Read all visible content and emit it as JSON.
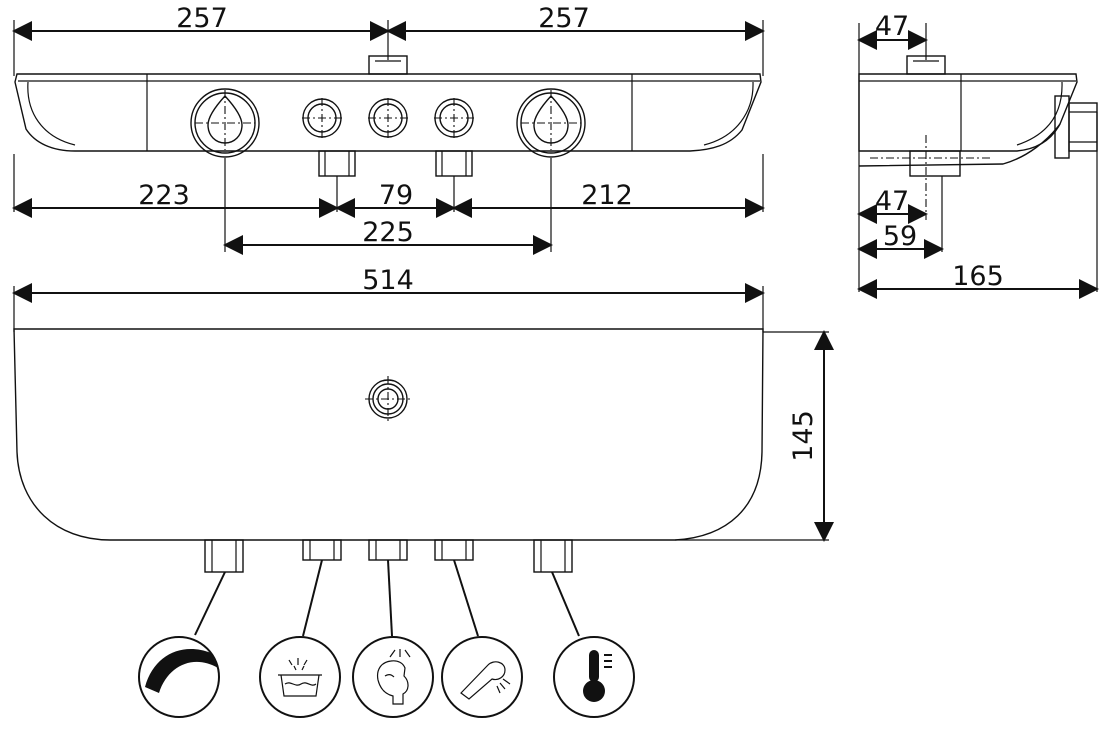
{
  "dimensions": {
    "top_left_width": "257",
    "top_right_width": "257",
    "left_to_knob": "223",
    "center_spacing": "79",
    "right_to_knob": "212",
    "knob_spacing": "225",
    "front_width": "514",
    "front_height": "145",
    "side_top_offset": "47",
    "side_bottom_offset": "47",
    "side_depth_to_outlet": "59",
    "side_total_depth": "165"
  },
  "icons": [
    {
      "name": "flow-control-icon"
    },
    {
      "name": "bath-filler-icon"
    },
    {
      "name": "overhead-shower-icon"
    },
    {
      "name": "hand-shower-icon"
    },
    {
      "name": "thermometer-icon"
    }
  ],
  "colors": {
    "line": "#111111",
    "background": "#ffffff"
  }
}
